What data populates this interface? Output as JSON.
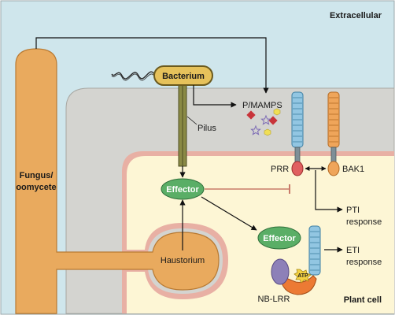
{
  "regions": {
    "extracellular": "Extracellular",
    "plant_cell": "Plant cell"
  },
  "pathogens": {
    "fungus": [
      "Fungus/",
      "oomycete"
    ],
    "bacterium": "Bacterium",
    "pilus": "Pilus",
    "haustorium": "Haustorium"
  },
  "molecules": {
    "pamps": "P/MAMPS",
    "effector_top": "Effector",
    "effector_bottom": "Effector",
    "prr": "PRR",
    "bak1": "BAK1",
    "atp": "ATP",
    "nb_lrr": "NB-LRR"
  },
  "responses": {
    "pti": [
      "PTI",
      "response"
    ],
    "eti": [
      "ETI",
      "response"
    ]
  },
  "colors": {
    "extracellular_bg": "#cfe6ec",
    "cell_wall": "#d4d4d0",
    "cytoplasm": "#fdf6d5",
    "membrane": "#e8b0a4",
    "fungus": "#e9aa5e",
    "effector": "#5aae66",
    "prr_receptor": "#92c6e2",
    "prr_base": "#e06060",
    "bak1_receptor": "#efa55a",
    "nb_lrr_left": "#8d80b8",
    "nb_lrr_bottom": "#ec7a34",
    "atp": "#f3d142",
    "pamp_diamond": "#c8343a",
    "pamp_hexagon": "#f0df55",
    "pamp_star": "#7c6bb5",
    "inhibition_line": "#c97b6a"
  }
}
